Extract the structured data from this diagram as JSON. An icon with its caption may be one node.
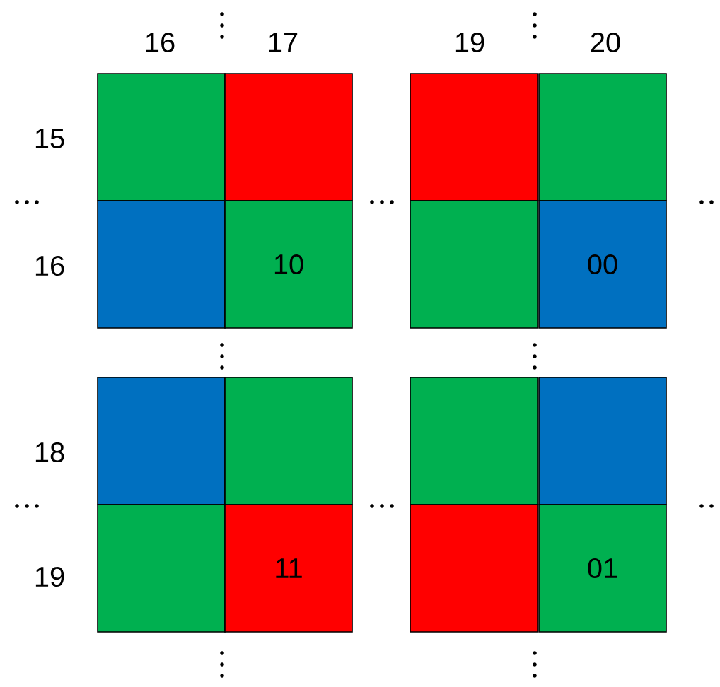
{
  "diagram": {
    "nodes": [
      {
        "text": [],
        "shape": "box"
      },
      {
        "text": [],
        "shape": "box"
      },
      {
        "text": [],
        "shape": "box"
      },
      {
        "text": [],
        "shape": "box"
      },
      {
        "text": [],
        "shape": "box"
      },
      {
        "text": [
          "10"
        ]
      },
      {
        "text": [],
        "shape": "box"
      },
      {
        "text": [
          "00"
        ]
      },
      {
        "text": [],
        "shape": "box"
      },
      {
        "text": [],
        "shape": "box"
      },
      {
        "text": [],
        "shape": "box"
      },
      {
        "text": [],
        "shape": "box"
      },
      {
        "text": [],
        "shape": "box"
      },
      {
        "text": [
          "11"
        ]
      },
      {
        "text": [],
        "shape": "box"
      },
      {
        "text": [
          "01"
        ]
      }
    ],
    "labels": [
      "16",
      "17",
      "19",
      "20",
      "15",
      "16",
      "18",
      "19"
    ]
  }
}
